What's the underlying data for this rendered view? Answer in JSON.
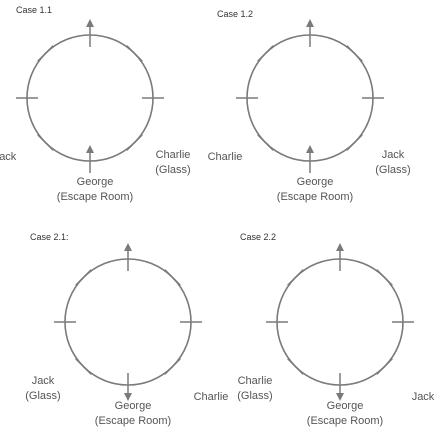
{
  "colors": {
    "stroke": "#7a7a7a",
    "text": "#555555",
    "title": "#333333",
    "background": "#ffffff"
  },
  "cases": [
    {
      "title": "Case 1.1",
      "arrows": {
        "top": "out",
        "bottom": "in"
      },
      "labels": {
        "lower_left": [
          "Jack"
        ],
        "bottom": [
          "George",
          "(Escape Room)"
        ],
        "lower_right": [
          "Charlie",
          "(Glass)"
        ]
      }
    },
    {
      "title": "Case 1.2",
      "arrows": {
        "top": "out",
        "bottom": "in"
      },
      "labels": {
        "lower_left": [
          "Charlie"
        ],
        "bottom": [
          "George",
          "(Escape Room)"
        ],
        "lower_right": [
          "Jack",
          "(Glass)"
        ]
      }
    },
    {
      "title": "Case 2.1:",
      "arrows": {
        "top": "out",
        "bottom": "out"
      },
      "labels": {
        "lower_left": [
          "Jack",
          "(Glass)"
        ],
        "bottom": [
          "George",
          "(Escape Room)"
        ],
        "lower_right": [
          "Charlie"
        ]
      }
    },
    {
      "title": "Case 2.2",
      "arrows": {
        "top": "out",
        "bottom": "out"
      },
      "labels": {
        "lower_left": [
          "Charlie",
          "(Glass)"
        ],
        "bottom": [
          "George",
          "(Escape Room)"
        ],
        "lower_right": [
          "Jack"
        ]
      }
    }
  ]
}
